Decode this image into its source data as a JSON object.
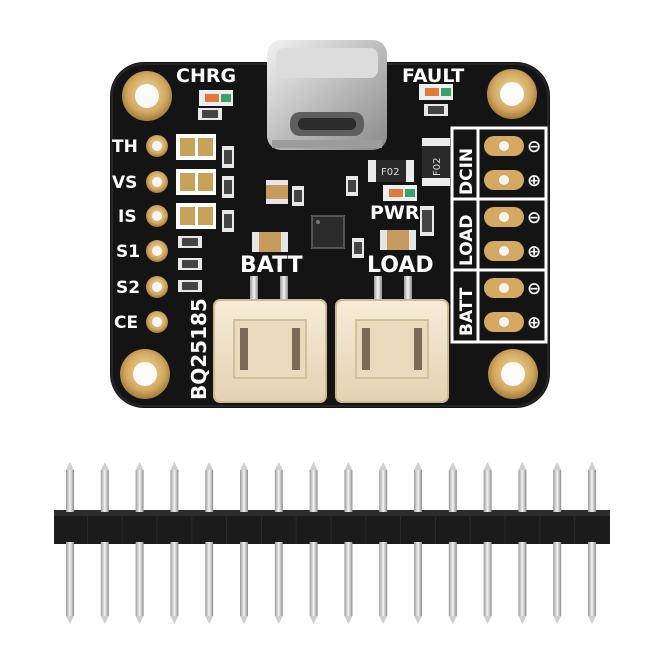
{
  "board": {
    "chip_label": "BQ25185",
    "top_labels": {
      "chrg": "CHRG",
      "fault": "FAULT",
      "pwr": "PWR"
    },
    "left_pins": [
      "TH",
      "VS",
      "IS",
      "S1",
      "S2",
      "CE"
    ],
    "connectors": {
      "batt": "BATT",
      "load": "LOAD"
    },
    "connector_polarity": {
      "plus": "+",
      "minus": "−"
    },
    "right_groups": [
      "DCIN",
      "LOAD",
      "BATT"
    ],
    "right_symbols": {
      "minus": "⊖",
      "plus": "⊕"
    },
    "small_markings": [
      "F02",
      "F02"
    ]
  },
  "header_strip": {
    "pin_count": 16
  },
  "colors": {
    "pcb": "#141414",
    "copper": "#c9a25a",
    "connector": "#efe1c9",
    "header_body": "#1b1b1b",
    "pin": "#d2d2d2"
  }
}
